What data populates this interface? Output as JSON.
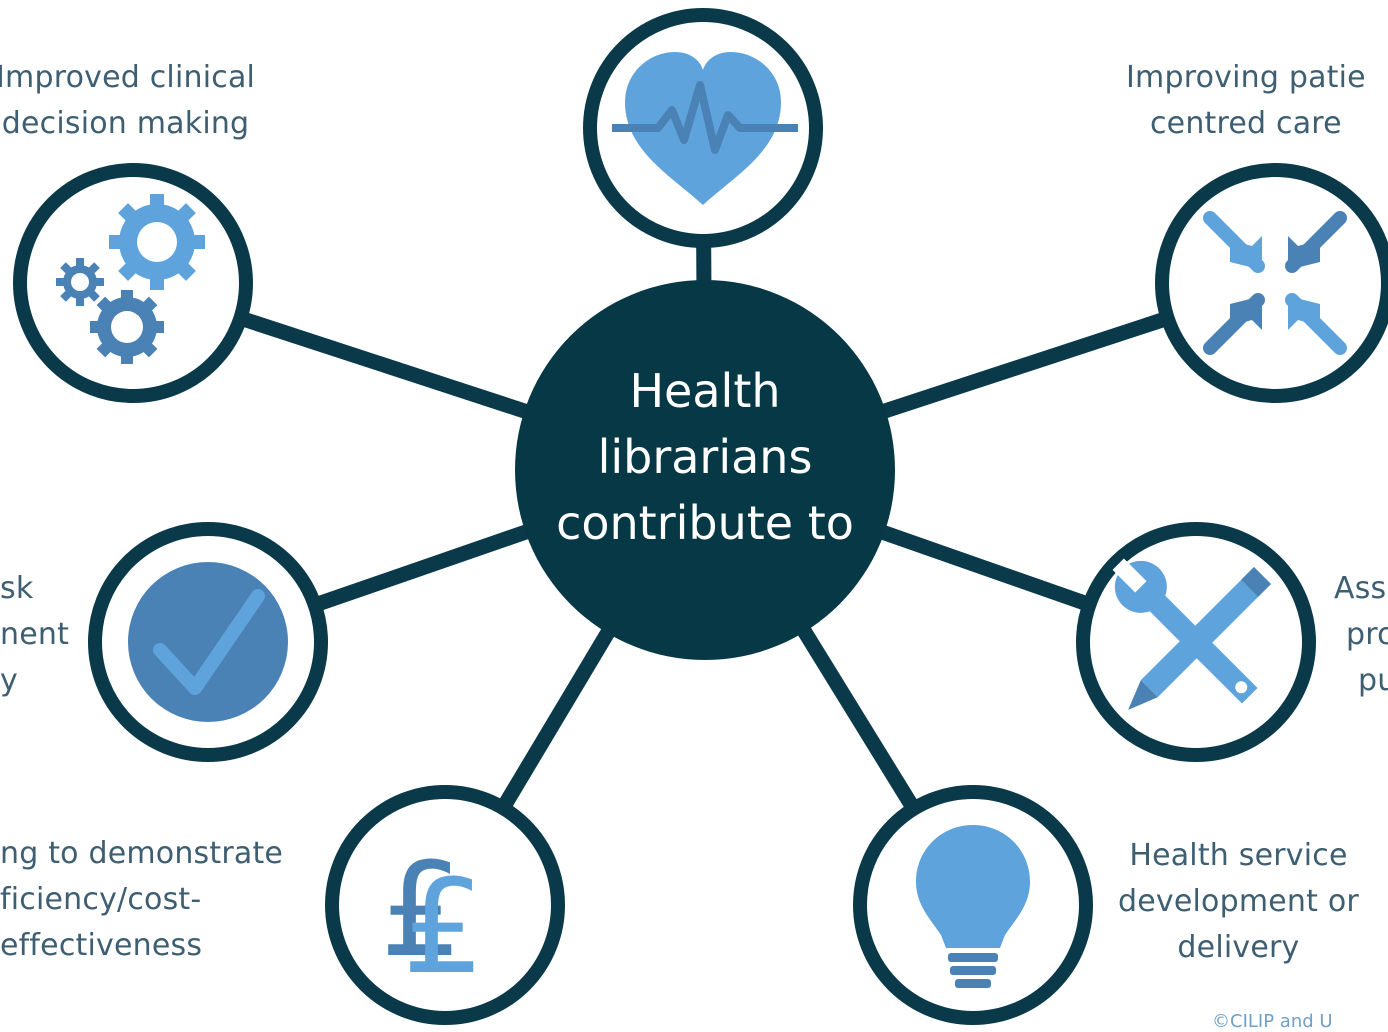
{
  "center": {
    "lines": [
      "Health",
      "librarians",
      "contribute to"
    ]
  },
  "nodes": [
    {
      "id": "clinical",
      "icon": "gears-icon",
      "label_lines": [
        "Improved clinical",
        "decision making"
      ]
    },
    {
      "id": "health-top",
      "icon": "heart-pulse-icon",
      "label_lines": []
    },
    {
      "id": "patient",
      "icon": "converging-arrows-icon",
      "label_lines": [
        "Improving patie",
        "centred care"
      ]
    },
    {
      "id": "risk",
      "icon": "checkmark-icon",
      "label_lines": [
        "sk",
        "nent",
        "y"
      ]
    },
    {
      "id": "tools",
      "icon": "wrench-pencil-icon",
      "label_lines": [
        "Ass",
        "pro",
        "pu"
      ]
    },
    {
      "id": "efficiency",
      "icon": "pound-sign-icon",
      "label_lines": [
        "ng to demonstrate",
        "ficiency/cost-",
        "effectiveness"
      ]
    },
    {
      "id": "service",
      "icon": "lightbulb-icon",
      "label_lines": [
        "Health service",
        "development or",
        "delivery"
      ]
    }
  ],
  "copyright": "©CILIP and U",
  "colors": {
    "hub": "#063846",
    "ring": "#0a3a4a",
    "icon_light": "#5fa3dc",
    "icon_mid": "#4a82b6",
    "label_text": "#3e5e72",
    "copyright_text": "#6fa0c8"
  }
}
